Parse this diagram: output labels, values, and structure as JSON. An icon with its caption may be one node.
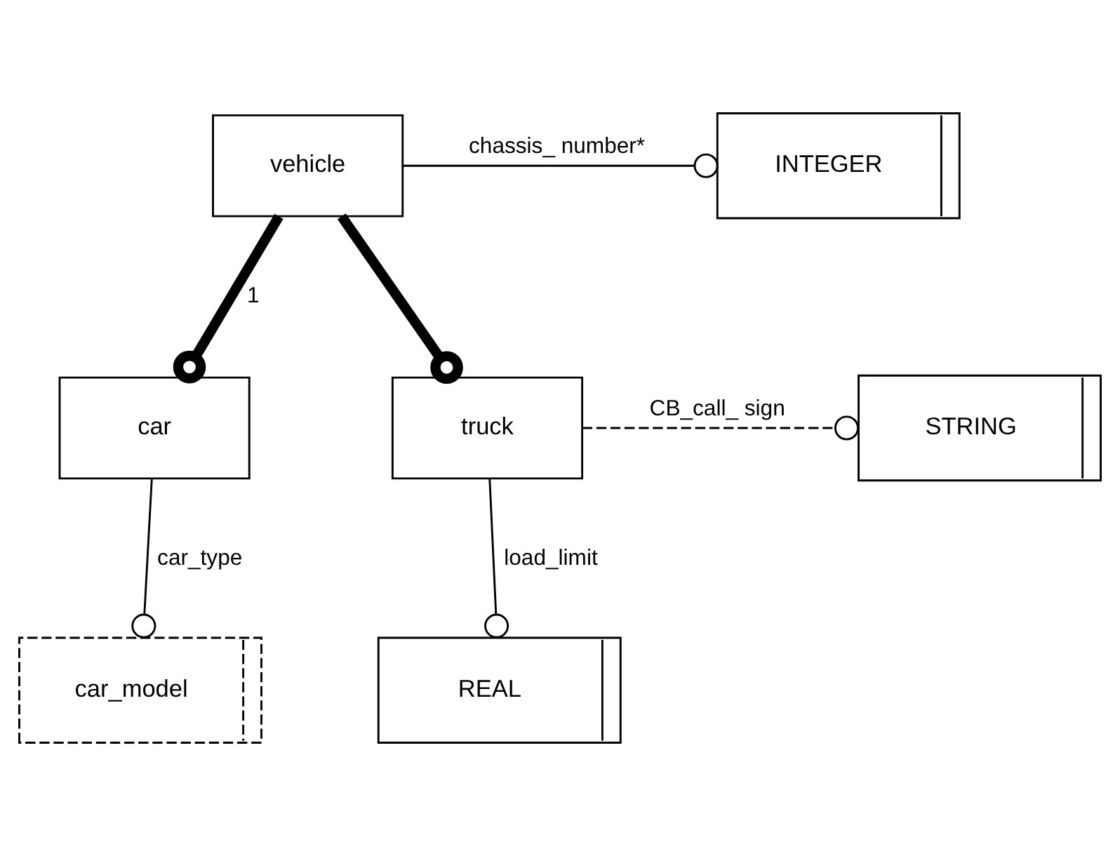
{
  "diagram": {
    "nodes": [
      {
        "text": [
          "vehicle"
        ]
      },
      {
        "text": [
          "INTEGER"
        ]
      },
      {
        "text": [
          "car"
        ]
      },
      {
        "text": [
          "truck"
        ]
      },
      {
        "text": [
          "STRING"
        ]
      },
      {
        "text": [
          "car_model"
        ]
      },
      {
        "text": [
          "REAL"
        ]
      }
    ],
    "edges": [
      {
        "from": 0,
        "to": 1,
        "arrow": "other",
        "label": "chassis_ number*"
      },
      {
        "from": 0,
        "to": 2,
        "arrow": "other",
        "style": "thick",
        "label": "1"
      },
      {
        "from": 0,
        "to": 3,
        "arrow": "other",
        "style": "thick"
      },
      {
        "from": 3,
        "to": 4,
        "arrow": "other",
        "style": "dashed",
        "label": "CB_call_ sign"
      },
      {
        "from": 2,
        "to": 5,
        "arrow": "other",
        "label": "car_type"
      },
      {
        "from": 3,
        "to": 6,
        "arrow": "other",
        "label": "load_limit"
      }
    ]
  }
}
